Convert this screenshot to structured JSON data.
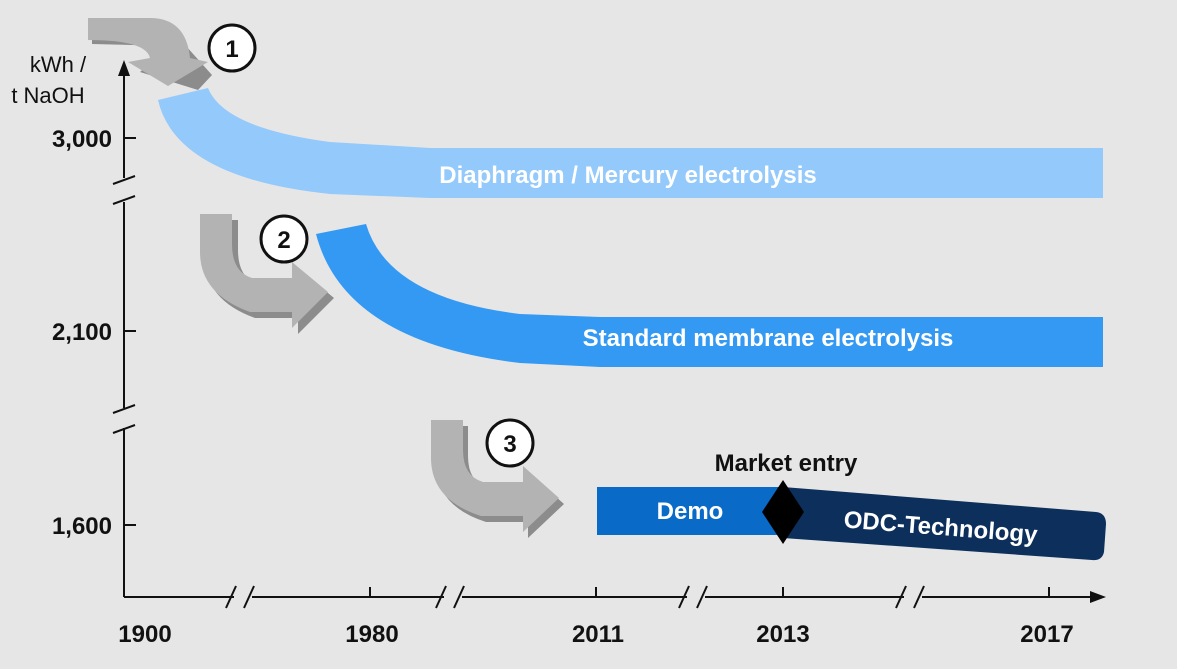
{
  "axis": {
    "unit_line1": "kWh /",
    "unit_line2": "t NaOH",
    "y_ticks": [
      "3,000",
      "2,100",
      "1,600"
    ],
    "x_ticks": [
      "1900",
      "1980",
      "2011",
      "2013",
      "2017"
    ]
  },
  "bands": {
    "diaphragm_label": "Diaphragm / Mercury electrolysis",
    "membrane_label": "Standard membrane electrolysis",
    "demo_label": "Demo",
    "odc_label": "ODC-Technology"
  },
  "milestone": {
    "label": "Market entry"
  },
  "steps": [
    "1",
    "2",
    "3"
  ],
  "colors": {
    "background": "#e6e6e6",
    "diaphragm": "#93c9fb",
    "membrane": "#3399f3",
    "demo": "#0a6ac8",
    "odc": "#0c2f5c",
    "arrow": "#b3b3b3",
    "arrow_shadow": "#8c8c8c",
    "milestone": "#000000"
  }
}
